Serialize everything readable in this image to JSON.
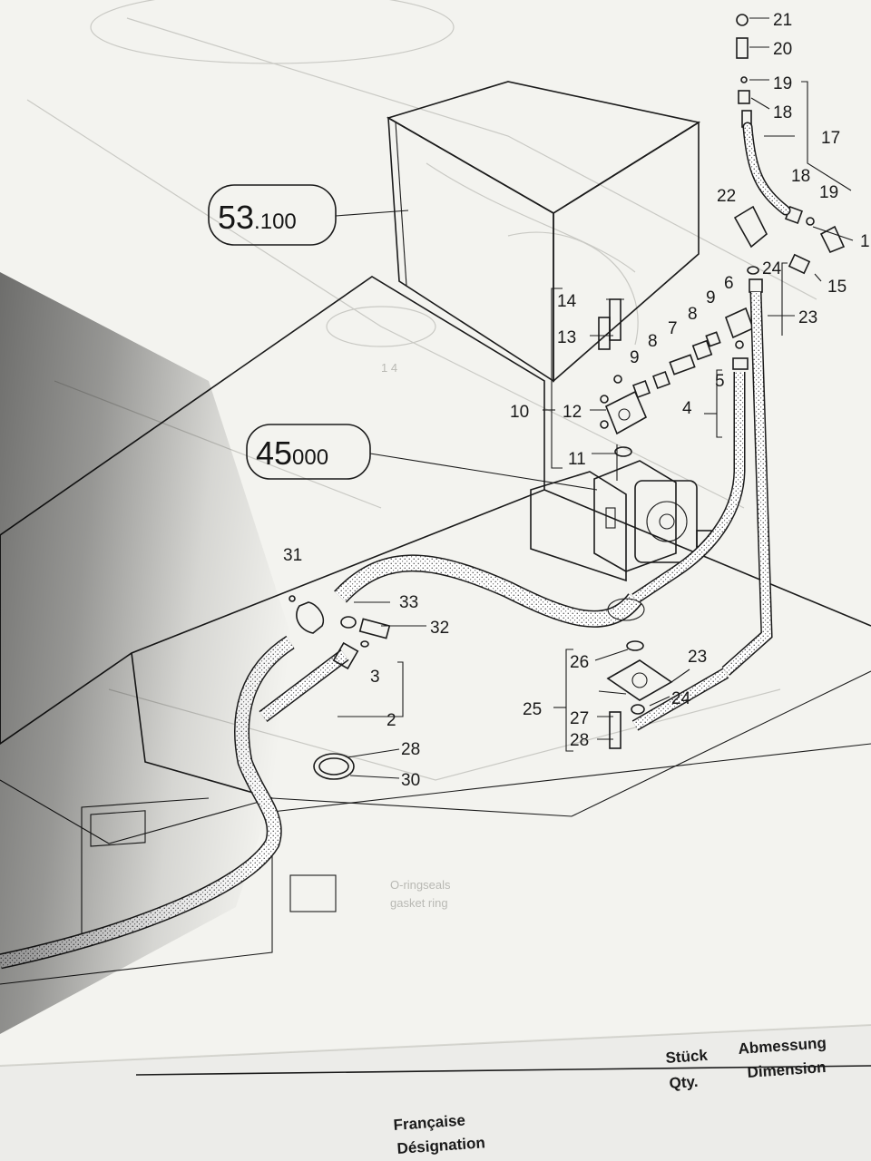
{
  "assembly_refs": [
    {
      "major": "53",
      "minor": ".100"
    },
    {
      "major": "45",
      "minor": "000"
    }
  ],
  "callouts": [
    {
      "id": "c21",
      "label": "21"
    },
    {
      "id": "c20",
      "label": "20"
    },
    {
      "id": "c19a",
      "label": "19"
    },
    {
      "id": "c18a",
      "label": "18"
    },
    {
      "id": "c17",
      "label": "17"
    },
    {
      "id": "c18b",
      "label": "18"
    },
    {
      "id": "c19b",
      "label": "19"
    },
    {
      "id": "c1",
      "label": "1"
    },
    {
      "id": "c22",
      "label": "22"
    },
    {
      "id": "c24a",
      "label": "24"
    },
    {
      "id": "c15",
      "label": "15"
    },
    {
      "id": "c23a",
      "label": "23"
    },
    {
      "id": "c6",
      "label": "6"
    },
    {
      "id": "c9a",
      "label": "9"
    },
    {
      "id": "c8a",
      "label": "8"
    },
    {
      "id": "c7",
      "label": "7"
    },
    {
      "id": "c8b",
      "label": "8"
    },
    {
      "id": "c9b",
      "label": "9"
    },
    {
      "id": "c5",
      "label": "5"
    },
    {
      "id": "c4",
      "label": "4"
    },
    {
      "id": "c14",
      "label": "14"
    },
    {
      "id": "c13",
      "label": "13"
    },
    {
      "id": "c10",
      "label": "10"
    },
    {
      "id": "c12",
      "label": "12"
    },
    {
      "id": "c11",
      "label": "11"
    },
    {
      "id": "c31",
      "label": "31"
    },
    {
      "id": "c33",
      "label": "33"
    },
    {
      "id": "c32",
      "label": "32"
    },
    {
      "id": "c3",
      "label": "3"
    },
    {
      "id": "c2",
      "label": "2"
    },
    {
      "id": "c28a",
      "label": "28"
    },
    {
      "id": "c30",
      "label": "30"
    },
    {
      "id": "c26",
      "label": "26"
    },
    {
      "id": "c23b",
      "label": "23"
    },
    {
      "id": "c25",
      "label": "25"
    },
    {
      "id": "c27",
      "label": "27"
    },
    {
      "id": "c24b",
      "label": "24"
    },
    {
      "id": "c28b",
      "label": "28"
    }
  ],
  "table_header": {
    "stueck": "Stück",
    "qty": "Qty.",
    "abmessung": "Abmessung",
    "dimension": "Dimension",
    "francaise": "Française",
    "designation": "Désignation"
  },
  "colors": {
    "paper": "#f3f3ef",
    "ink": "#1b1b1b",
    "shadow": "#7d7d78"
  }
}
